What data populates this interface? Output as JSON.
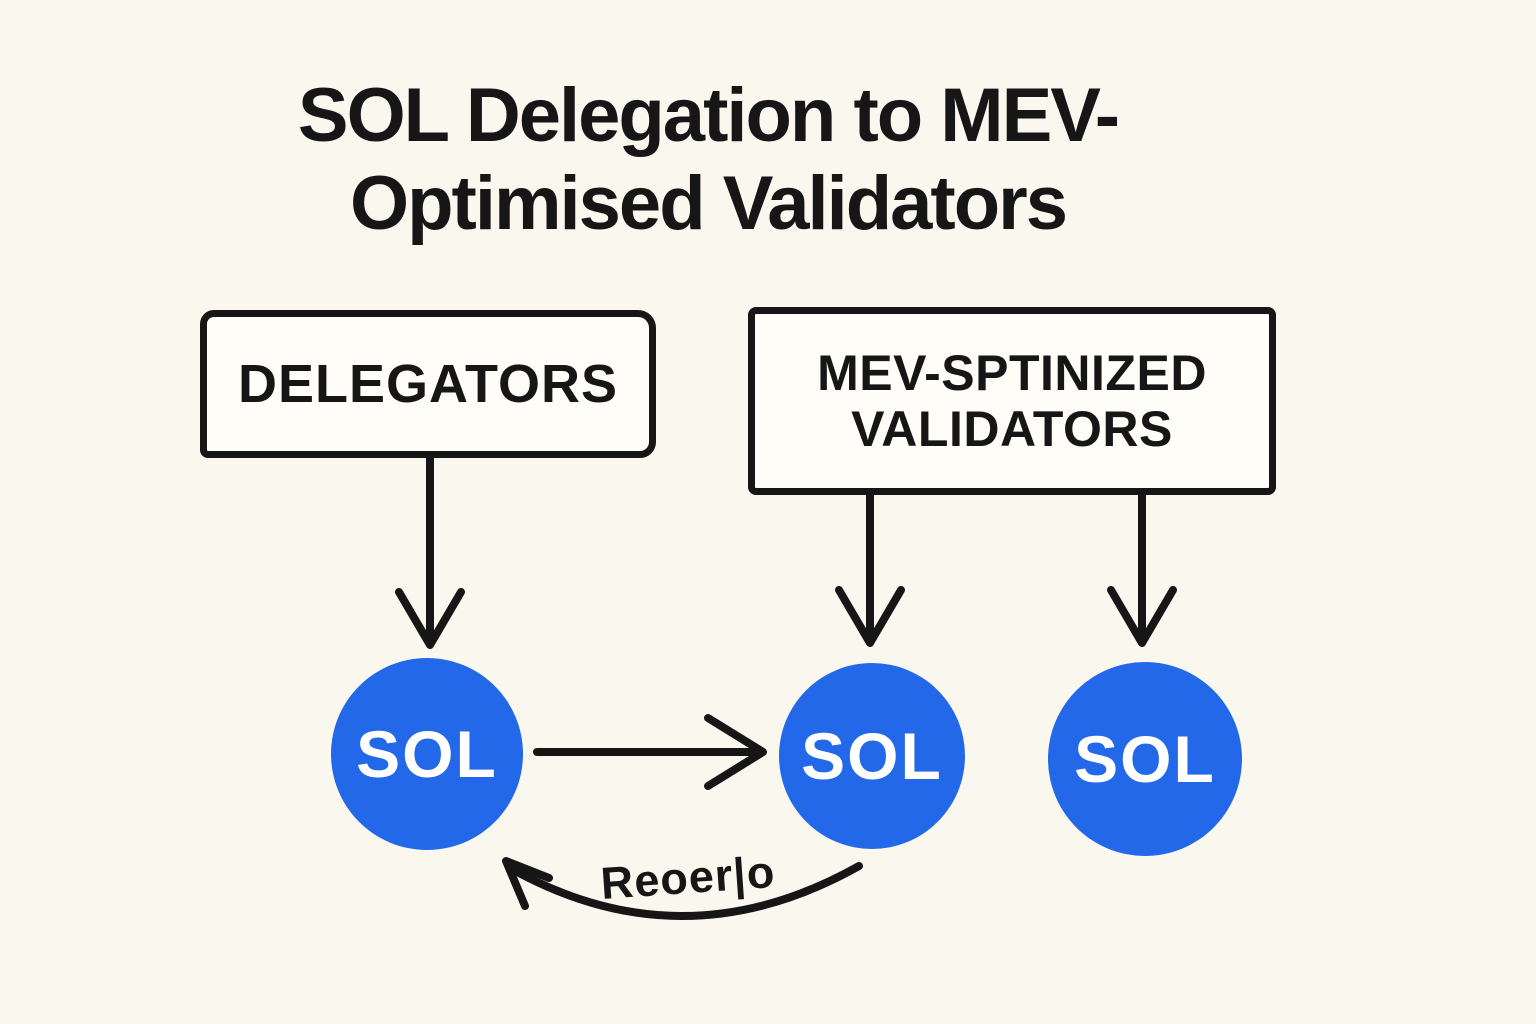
{
  "title": "SOL Delegation to MEV-\nOptimised Validators",
  "boxes": {
    "delegators": {
      "label": "DELEGATORS"
    },
    "validators": {
      "label": "MEV-SPTINIZED\nVALIDATORS"
    }
  },
  "circles": [
    {
      "label": "SOL"
    },
    {
      "label": "SOL"
    },
    {
      "label": "SOL"
    }
  ],
  "arrows": {
    "reward_label": "Reoer|o"
  },
  "colors": {
    "background": "#faf7ee",
    "ink": "#161616",
    "box_fill": "#fefdf7",
    "circle_blue": "#2268e8",
    "circle_text": "#ffffff"
  }
}
